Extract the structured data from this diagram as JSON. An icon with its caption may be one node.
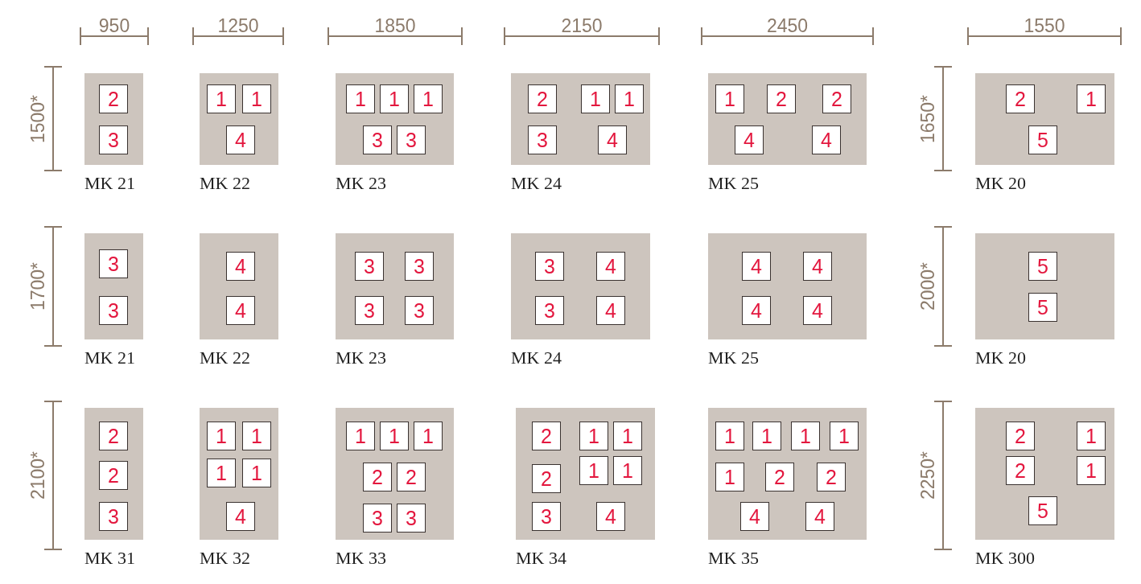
{
  "diagram": {
    "nodes": [
      {
        "text": [],
        "shape": "box",
        "beside": [
          "MK 21"
        ]
      },
      {
        "text": [
          "2"
        ],
        "in": 0
      },
      {
        "text": [
          "3"
        ],
        "in": 0
      },
      {
        "text": [],
        "shape": "box",
        "beside": [
          "MK 22"
        ]
      },
      {
        "text": [
          "1"
        ],
        "in": 3
      },
      {
        "text": [
          "1"
        ],
        "in": 3
      },
      {
        "text": [
          "4"
        ],
        "in": 3
      },
      {
        "text": [],
        "shape": "box",
        "beside": [
          "MK 23"
        ]
      },
      {
        "text": [
          "1"
        ],
        "in": 7
      },
      {
        "text": [
          "1"
        ],
        "in": 7
      },
      {
        "text": [
          "1"
        ],
        "in": 7
      },
      {
        "text": [
          "3"
        ],
        "in": 7
      },
      {
        "text": [
          "3"
        ],
        "in": 7
      },
      {
        "text": [],
        "shape": "box",
        "beside": [
          "MK 24"
        ]
      },
      {
        "text": [
          "2"
        ],
        "in": 13
      },
      {
        "text": [
          "1"
        ],
        "in": 13
      },
      {
        "text": [
          "1"
        ],
        "in": 13
      },
      {
        "text": [
          "3"
        ],
        "in": 13
      },
      {
        "text": [
          "4"
        ],
        "in": 13
      },
      {
        "text": [],
        "shape": "box",
        "beside": [
          "MK 25"
        ]
      },
      {
        "text": [
          "1"
        ],
        "in": 19
      },
      {
        "text": [
          "2"
        ],
        "in": 19
      },
      {
        "text": [
          "2"
        ],
        "in": 19
      },
      {
        "text": [
          "4"
        ],
        "in": 19
      },
      {
        "text": [
          "4"
        ],
        "in": 19
      },
      {
        "text": [],
        "shape": "box",
        "beside": [
          "MK 20"
        ]
      },
      {
        "text": [
          "2"
        ],
        "in": 25
      },
      {
        "text": [
          "1"
        ],
        "in": 25
      },
      {
        "text": [
          "5"
        ],
        "in": 25
      },
      {
        "text": [],
        "shape": "box",
        "beside": [
          "MK 21"
        ]
      },
      {
        "text": [
          "3"
        ],
        "in": 29
      },
      {
        "text": [
          "3"
        ],
        "in": 29
      },
      {
        "text": [],
        "shape": "box",
        "beside": [
          "MK 22"
        ]
      },
      {
        "text": [
          "4"
        ],
        "in": 32
      },
      {
        "text": [
          "4"
        ],
        "in": 32
      },
      {
        "text": [],
        "shape": "box",
        "beside": [
          "MK 23"
        ]
      },
      {
        "text": [
          "3"
        ],
        "in": 35
      },
      {
        "text": [
          "3"
        ],
        "in": 35
      },
      {
        "text": [
          "3"
        ],
        "in": 35
      },
      {
        "text": [
          "3"
        ],
        "in": 35
      },
      {
        "text": [],
        "shape": "box",
        "beside": [
          "MK 24"
        ]
      },
      {
        "text": [
          "3"
        ],
        "in": 40
      },
      {
        "text": [
          "4"
        ],
        "in": 40
      },
      {
        "text": [
          "3"
        ],
        "in": 40
      },
      {
        "text": [
          "4"
        ],
        "in": 40
      },
      {
        "text": [],
        "shape": "box",
        "beside": [
          "MK 25"
        ]
      },
      {
        "text": [
          "4"
        ],
        "in": 45
      },
      {
        "text": [
          "4"
        ],
        "in": 45
      },
      {
        "text": [
          "4"
        ],
        "in": 45
      },
      {
        "text": [
          "4"
        ],
        "in": 45
      },
      {
        "text": [],
        "shape": "box",
        "beside": [
          "MK 20"
        ]
      },
      {
        "text": [
          "5"
        ],
        "in": 50
      },
      {
        "text": [
          "5"
        ],
        "in": 50
      },
      {
        "text": [],
        "shape": "box",
        "beside": [
          "MK 31"
        ]
      },
      {
        "text": [
          "2"
        ],
        "in": 53
      },
      {
        "text": [
          "2"
        ],
        "in": 53
      },
      {
        "text": [
          "3"
        ],
        "in": 53
      },
      {
        "text": [],
        "shape": "box",
        "beside": [
          "MK 32"
        ]
      },
      {
        "text": [
          "1"
        ],
        "in": 57
      },
      {
        "text": [
          "1"
        ],
        "in": 57
      },
      {
        "text": [
          "1"
        ],
        "in": 57
      },
      {
        "text": [
          "1"
        ],
        "in": 57
      },
      {
        "text": [
          "4"
        ],
        "in": 57
      },
      {
        "text": [],
        "shape": "box",
        "beside": [
          "MK 33"
        ]
      },
      {
        "text": [
          "1"
        ],
        "in": 63
      },
      {
        "text": [
          "1"
        ],
        "in": 63
      },
      {
        "text": [
          "1"
        ],
        "in": 63
      },
      {
        "text": [
          "2"
        ],
        "in": 63
      },
      {
        "text": [
          "2"
        ],
        "in": 63
      },
      {
        "text": [
          "3"
        ],
        "in": 63
      },
      {
        "text": [
          "3"
        ],
        "in": 63
      },
      {
        "text": [],
        "shape": "box",
        "beside": [
          "MK 34"
        ]
      },
      {
        "text": [
          "2"
        ],
        "in": 71
      },
      {
        "text": [
          "1"
        ],
        "in": 71
      },
      {
        "text": [
          "1"
        ],
        "in": 71
      },
      {
        "text": [
          "2"
        ],
        "in": 71
      },
      {
        "text": [
          "1"
        ],
        "in": 71
      },
      {
        "text": [
          "1"
        ],
        "in": 71
      },
      {
        "text": [
          "3"
        ],
        "in": 71
      },
      {
        "text": [
          "4"
        ],
        "in": 71
      },
      {
        "text": [],
        "shape": "box",
        "beside": [
          "MK 35"
        ]
      },
      {
        "text": [
          "1"
        ],
        "in": 80
      },
      {
        "text": [
          "1"
        ],
        "in": 80
      },
      {
        "text": [
          "1"
        ],
        "in": 80
      },
      {
        "text": [
          "1"
        ],
        "in": 80
      },
      {
        "text": [
          "1"
        ],
        "in": 80
      },
      {
        "text": [
          "2"
        ],
        "in": 80
      },
      {
        "text": [
          "2"
        ],
        "in": 80
      },
      {
        "text": [
          "4"
        ],
        "in": 80
      },
      {
        "text": [
          "4"
        ],
        "in": 80
      },
      {
        "text": [],
        "shape": "box",
        "beside": [
          "MK 300"
        ]
      },
      {
        "text": [
          "2"
        ],
        "in": 90
      },
      {
        "text": [
          "1"
        ],
        "in": 90
      },
      {
        "text": [
          "2"
        ],
        "in": 90
      },
      {
        "text": [
          "1"
        ],
        "in": 90
      },
      {
        "text": [
          "5"
        ],
        "in": 90
      }
    ],
    "labels": [
      "950",
      "1250",
      "1850",
      "2150",
      "2450",
      "1550",
      "1500*",
      "1650*",
      "1700*",
      "2000*",
      "2100*",
      "2250*"
    ]
  }
}
